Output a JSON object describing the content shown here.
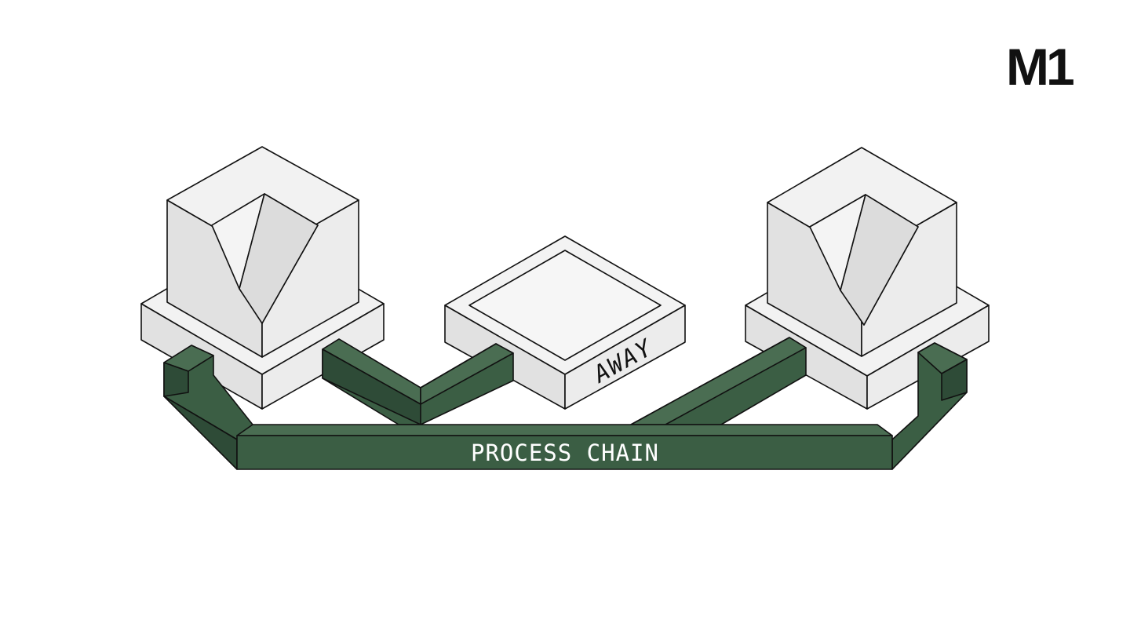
{
  "brand": {
    "logo_text": "M1"
  },
  "diagram": {
    "chain_label": "PROCESS CHAIN",
    "center_tile_label": "AWAY",
    "colors": {
      "chain": "#3b5e44",
      "chain_side": "#2e4b37",
      "block_top": "#f2f2f2",
      "block_left": "#e1e1e1",
      "block_right": "#ececec",
      "outline": "#111111"
    }
  }
}
